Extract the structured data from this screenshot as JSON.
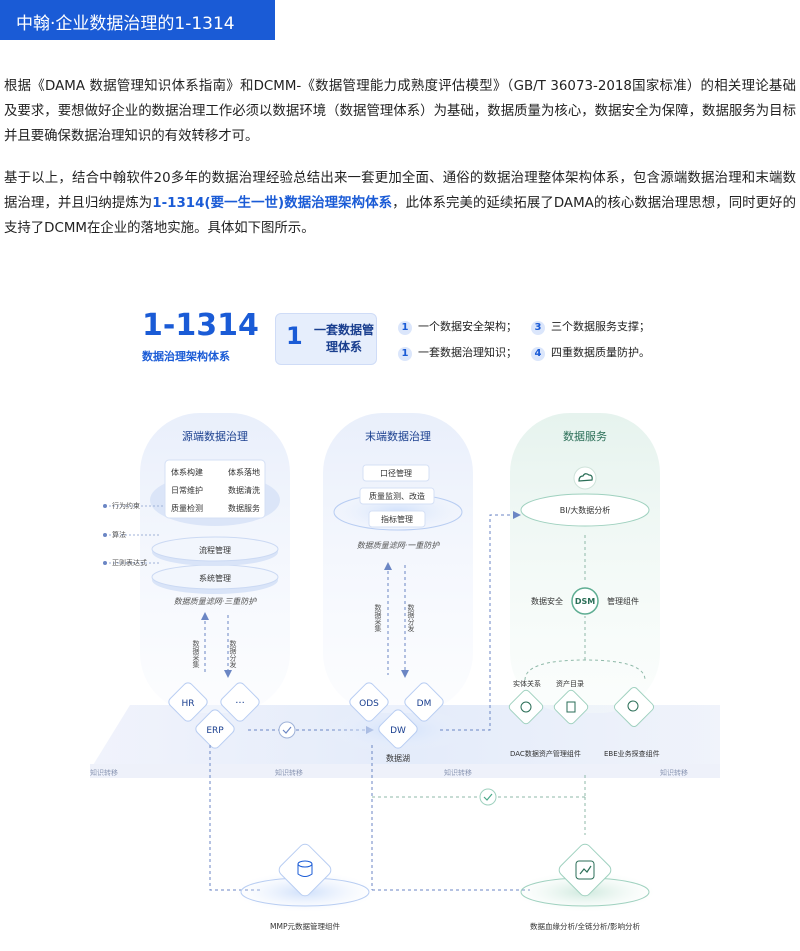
{
  "header": {
    "title": "中翰·企业数据治理的1-1314"
  },
  "intro": {
    "p1": "根据《DAMA 数据管理知识体系指南》和DCMM-《数据管理能力成熟度评估模型》（GB/T 36073-2018国家标准）的相关理论基础及要求，要想做好企业的数据治理工作必须以数据环境（数据管理体系）为基础，数据质量为核心，数据安全为保障，数据服务为目标并且要确保数据治理知识的有效转移才可。",
    "p2_a": "基于以上，结合中翰软件20多年的数据治理经验总结出来一套更加全面、通俗的数据治理整体架构体系，包含源端数据治理和末端数据治理，并且归纳提炼为",
    "p2_hl": "1-1314(要一生一世)数据治理架构体系",
    "p2_b": "，此体系完美的延续拓展了DAMA的核心数据治理思想，同时更好的支持了DCMM在企业的落地实施。具体如下图所示。"
  },
  "heading": {
    "big": "1-1314",
    "small": "数据治理架构体系",
    "box_num": "1",
    "box_label": "一套数据管理体系"
  },
  "legend": [
    {
      "num": "1",
      "text": "一个数据安全架构；"
    },
    {
      "num": "3",
      "text": "三个数据服务支撑；"
    },
    {
      "num": "1",
      "text": "一套数据治理知识；"
    },
    {
      "num": "4",
      "text": "四重数据质量防护。"
    }
  ],
  "diagram": {
    "col1": {
      "title": "源端数据治理",
      "tags": [
        "体系构建",
        "体系落地",
        "日常维护",
        "数据清洗",
        "质量检测",
        "数据服务"
      ],
      "flow": "流程管理",
      "system": "系统管理",
      "caption": "数据质量滤网·三重防护"
    },
    "side_labels": [
      "行为约束",
      "算法",
      "正则表达式"
    ],
    "col2": {
      "title": "末端数据治理",
      "items": [
        "口径管理",
        "质量监测、改造",
        "指标管理"
      ],
      "caption": "数据质量滤网·一重防护"
    },
    "col3": {
      "title": "数据服务",
      "bi": "BI/大数据分析",
      "dsm": "DSM",
      "security": "数据安全",
      "mgmt": "管理组件",
      "sub1": "实体关系",
      "sub2": "资产目录",
      "dac": "DAC数据资产管理组件",
      "ebe": "EBE业务探查组件"
    },
    "arrows": {
      "collect1": "数据采集",
      "distribute1": "数据分发",
      "collect2": "数据采集",
      "distribute2": "数据分发"
    },
    "sources": {
      "hr": "HR",
      "dots": "···",
      "erp": "ERP"
    },
    "lake": {
      "ods": "ODS",
      "dm": "DM",
      "dw": "DW",
      "label": "数据湖"
    },
    "knowledge": "知识转移",
    "mmp": "MMP元数据管理组件",
    "lineage": "数据血缘分析/全链分析/影响分析"
  },
  "colors": {
    "brand": "#1a5bd6",
    "green": "#4aa889",
    "light": "#eef3fd"
  }
}
